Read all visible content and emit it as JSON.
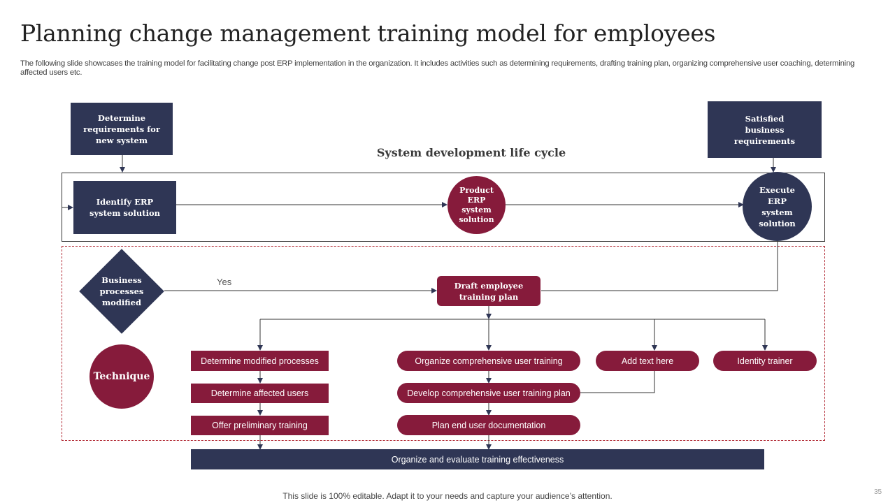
{
  "slide": {
    "title": "Planning change management training model for employees",
    "subtitle": "The following slide showcases the training model for facilitating change post ERP implementation in the organization. It includes activities such as determining requirements, drafting training plan, organizing comprehensive user coaching, determining affected users etc.",
    "footer": "This slide is 100% editable. Adapt it to your needs and capture your audience’s attention.",
    "page_number": "35"
  },
  "colors": {
    "navy": "#2f3655",
    "wine": "#861b3b",
    "dashed_border": "#b22a35",
    "connector": "#333333"
  },
  "diagram": {
    "sdlc_label": "System development life cycle",
    "top_nodes": {
      "determine_requirements": "Determine requirements for new system",
      "satisfied_requirements": "Satisfied business requirements"
    },
    "sdlc_nodes": {
      "identify_erp": "Identify ERP system solution",
      "product_erp": "Product ERP system solution",
      "execute_erp": "Execute ERP system solution"
    },
    "decision": {
      "label": "Business processes modified",
      "yes_label": "Yes"
    },
    "draft_plan": "Draft employee training plan",
    "technique": "Technique",
    "branch_left": [
      "Determine modified processes",
      "Determine affected users",
      "Offer preliminary training"
    ],
    "branch_center": [
      "Organize comprehensive user training",
      "Develop comprehensive user training plan",
      "Plan end user documentation"
    ],
    "branch_add_text": "Add text here",
    "branch_trainer": "Identity trainer",
    "final_step": "Organize and evaluate training effectiveness"
  }
}
